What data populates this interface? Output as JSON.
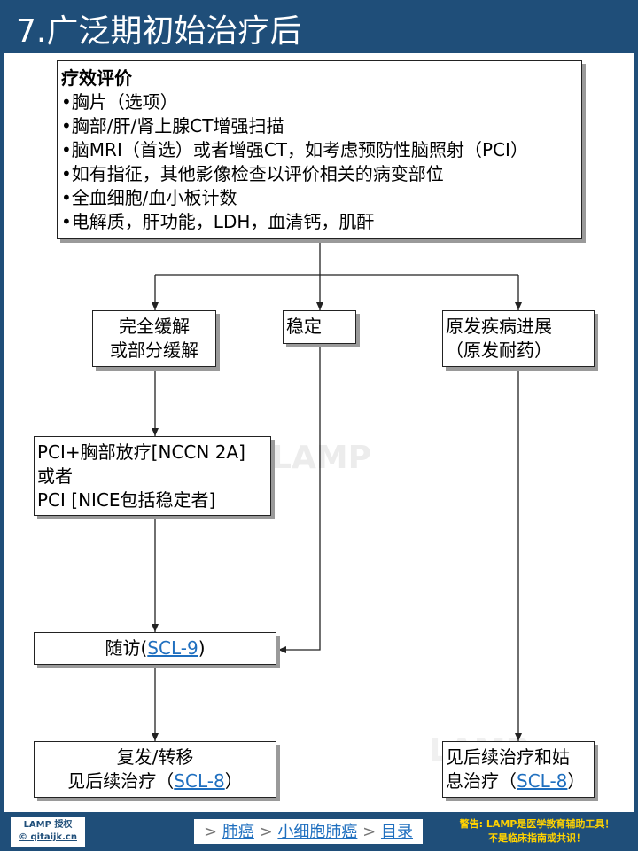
{
  "header": {
    "title": "7.广泛期初始治疗后"
  },
  "watermark": "LAMP",
  "boxes": {
    "evaluation": {
      "heading": "疗效评价",
      "items": [
        "•胸片（选项）",
        "•胸部/肝/肾上腺CT增强扫描",
        "•脑MRI（首选）或者增强CT，如考虑预防性脑照射（PCI）",
        "•如有指征，其他影像检查以评价相关的病变部位",
        "•全血细胞/血小板计数",
        "•电解质，肝功能，LDH，血清钙，肌酐"
      ]
    },
    "response": {
      "line1": "完全缓解",
      "line2": "或部分缓解"
    },
    "stable": {
      "line1": "稳定"
    },
    "progression": {
      "line1": "原发疾病进展",
      "line2": "（原发耐药）"
    },
    "pci": {
      "line1": "PCI+胸部放疗[NCCN 2A]",
      "line2": "或者",
      "line3": "PCI [NICE包括稳定者]"
    },
    "followup": {
      "prefix": "随访(",
      "link": "SCL-9",
      "suffix": ")"
    },
    "relapse": {
      "line1": "复发/转移",
      "line2_prefix": "见后续治疗（",
      "link": "SCL-8",
      "suffix": "）"
    },
    "subsequent": {
      "line1": "见后续治疗和姑",
      "line2_prefix": "息治疗（",
      "link": "SCL-8",
      "suffix": "）"
    }
  },
  "footer": {
    "license_line1": "LAMP 授权",
    "license_line2": "© qitaijk.cn",
    "nav": {
      "prefix": ">",
      "item1": "肺癌",
      "item2": "小细胞肺癌",
      "item3": "目录",
      "sep": ">"
    },
    "warning_line1": "警告: LAMP是医学教育辅助工具！",
    "warning_line2": "不是临床指南或共识！"
  }
}
